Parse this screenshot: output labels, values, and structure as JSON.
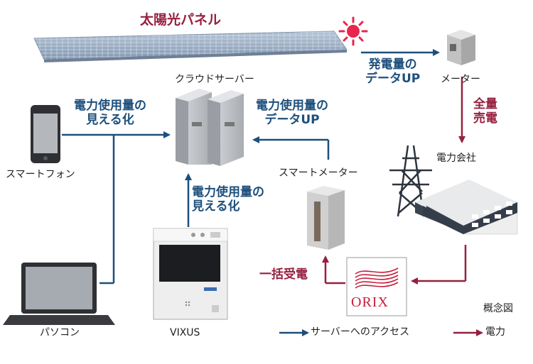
{
  "title": "太陽光パネル",
  "labels": {
    "meter": "メーター",
    "cloud_server": "クラウドサーバー",
    "smart_meter": "スマートメーター",
    "power_company": "電力会社",
    "smartphone": "スマートフォン",
    "pc": "パソコン",
    "vixus": "VIXUS",
    "orix_logo": "ORIX",
    "concept": "概念図"
  },
  "arrows_text": {
    "gen_data_1": "発電量の",
    "gen_data_2": "データUP",
    "zenryo_1": "全量",
    "zenryo_2": "売電",
    "visual_1": "電力使用量の",
    "visual_2": "見える化",
    "usage_up_1": "電力使用量の",
    "usage_up_2": "データUP",
    "visual_vixus_1": "電力使用量の",
    "visual_vixus_2": "見える化",
    "bulk": "一括受電"
  },
  "legend": {
    "server_access": "サーバーへのアクセス",
    "power": "電力"
  },
  "colors": {
    "access_arrow": "#1d4f7c",
    "power_arrow": "#96203f",
    "sun": "#e8274c"
  }
}
